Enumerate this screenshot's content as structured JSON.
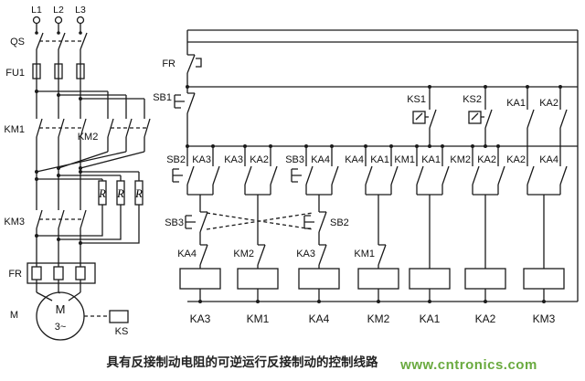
{
  "caption": "具有反接制动电阻的可逆运行反接制动的控制线路",
  "watermark": "www.cntronics.com",
  "main": {
    "phases": [
      "L1",
      "L2",
      "L3"
    ],
    "qs": "QS",
    "fu1": "FU1",
    "km1": "KM1",
    "km2": "KM2",
    "km3": "KM3",
    "resistors": [
      "R",
      "R",
      "R"
    ],
    "fr": "FR",
    "motor_label": "M",
    "motor_m": "M",
    "motor_phase": "3~",
    "ks": "KS"
  },
  "control": {
    "fr": "FR",
    "sb1": "SB1",
    "ks1": "KS1",
    "ks2": "KS2",
    "top_right": [
      "KA1",
      "KA2"
    ],
    "pairs": [
      [
        "SB2",
        "KA3"
      ],
      [
        "KA3",
        "KA2"
      ],
      [
        "SB3",
        "KA4"
      ],
      [
        "KA4",
        "KA1"
      ],
      [
        "KM1",
        "KA1"
      ],
      [
        "KM2",
        "KA2"
      ],
      [
        "KA2",
        "KA4"
      ]
    ],
    "mid_buttons": [
      "SB3",
      "SB2"
    ],
    "interlocks": [
      "KA4",
      "KM2",
      "KA3",
      "KM1"
    ],
    "coils": [
      "KA3",
      "KM1",
      "KA4",
      "KM2",
      "KA1",
      "KA2",
      "KM3"
    ]
  }
}
